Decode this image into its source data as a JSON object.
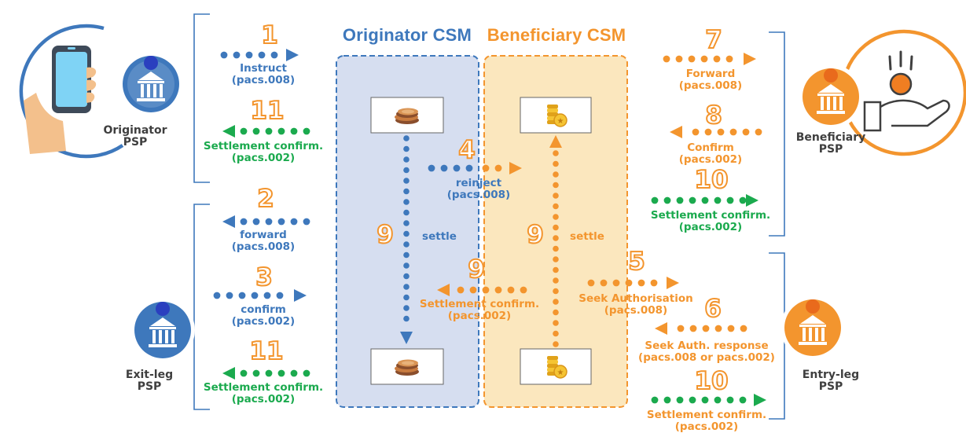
{
  "headers": {
    "originator_csm": "Originator CSM",
    "beneficiary_csm": "Beneficiary CSM"
  },
  "psps": {
    "originator": [
      "Originator",
      "PSP"
    ],
    "beneficiary": [
      "Beneficiary",
      "PSP"
    ],
    "exit_leg": [
      "Exit-leg",
      "PSP"
    ],
    "entry_leg": [
      "Entry-leg",
      "PSP"
    ]
  },
  "steps": [
    {
      "num": "1",
      "lines": [
        "Instruct",
        "(pacs.008)"
      ]
    },
    {
      "num": "11",
      "lines": [
        "Settlement confirm.",
        "(pacs.002)"
      ]
    },
    {
      "num": "2",
      "lines": [
        "forward",
        "(pacs.008)"
      ]
    },
    {
      "num": "3",
      "lines": [
        "confirm",
        "(pacs.002)"
      ]
    },
    {
      "num": "11",
      "lines": [
        "Settlement confirm.",
        "(pacs.002)"
      ]
    },
    {
      "num": "4",
      "lines": [
        "reinject",
        "(pacs.008)"
      ]
    },
    {
      "num": "9",
      "lines": [
        "settle"
      ]
    },
    {
      "num": "9",
      "lines": [
        "settle"
      ]
    },
    {
      "num": "9",
      "lines": [
        "Settlement confirm.",
        "(pacs.002)"
      ]
    },
    {
      "num": "5",
      "lines": [
        "Seek Authorisation",
        "(pacs.008)"
      ]
    },
    {
      "num": "6",
      "lines": [
        "Seek Auth. response",
        "(pacs.008 or pacs.002)"
      ]
    },
    {
      "num": "10",
      "lines": [
        "Settlement confirm.",
        "(pacs.002)"
      ]
    },
    {
      "num": "7",
      "lines": [
        "Forward",
        "(pacs.008)"
      ]
    },
    {
      "num": "8",
      "lines": [
        "Confirm",
        "(pacs.002)"
      ]
    },
    {
      "num": "10",
      "lines": [
        "Settlement confirm.",
        "(pacs.002)"
      ]
    }
  ],
  "colors": {
    "blue": "#3E78BC",
    "orange": "#F3952E",
    "green": "#1BAA4E",
    "originator_fill": "#D6DEF0",
    "beneficiary_fill": "#FBE7BE"
  },
  "icons": [
    "phone-in-hand-icon",
    "hand-receiving-coin-icon",
    "bank-icon",
    "coin-stack-icon"
  ]
}
